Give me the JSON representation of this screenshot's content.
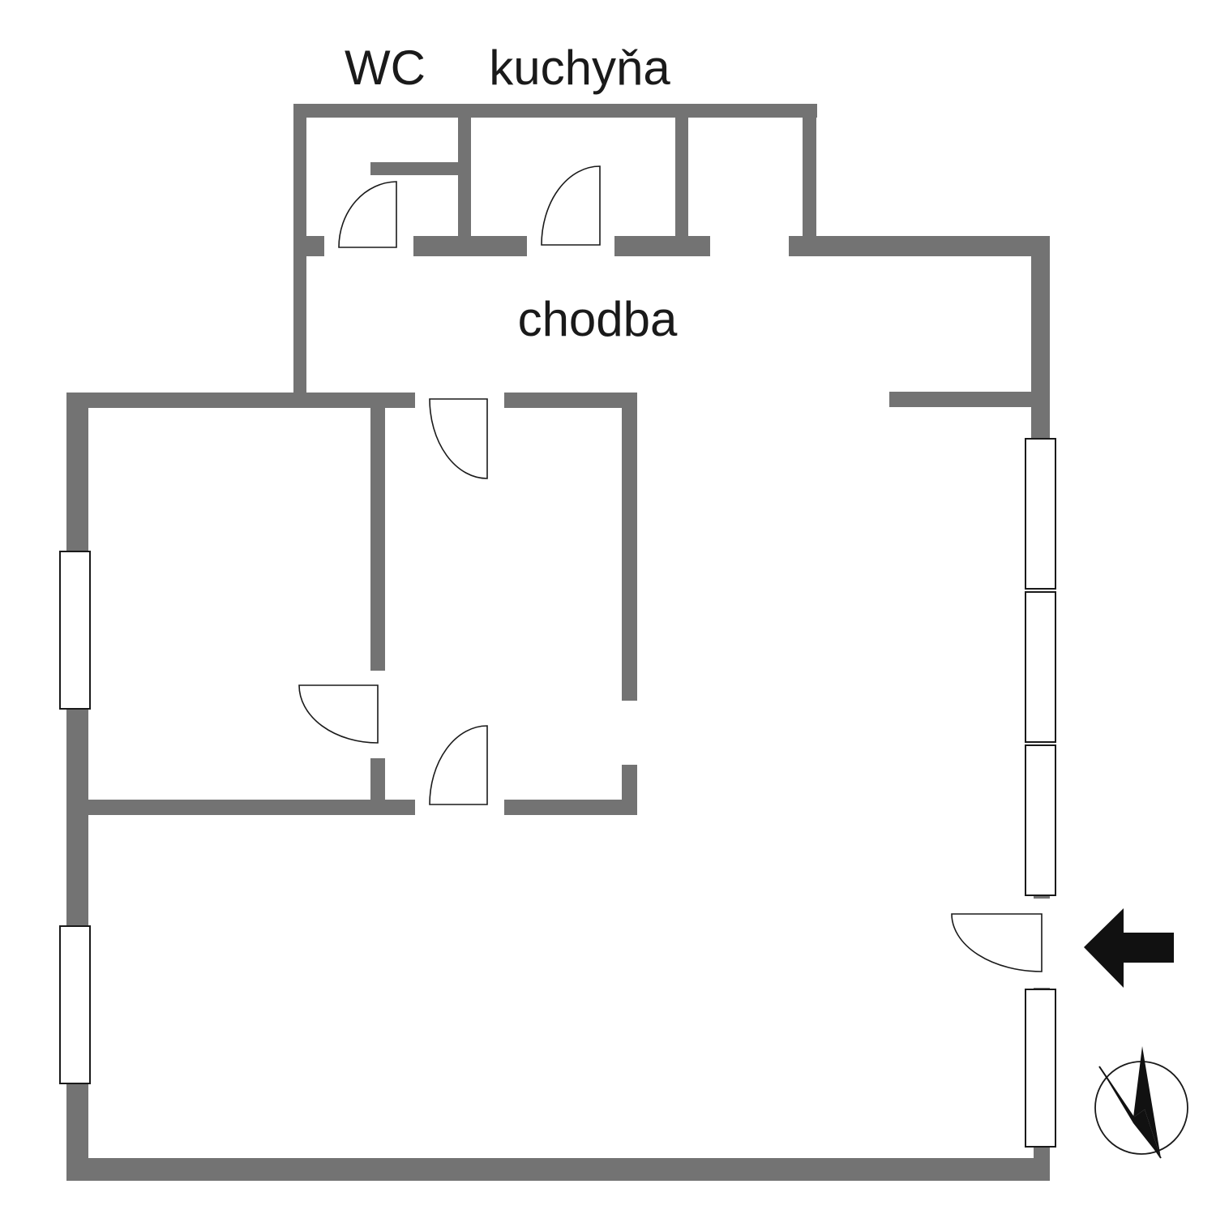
{
  "labels": {
    "wc": "WC",
    "kitchen": "kuchyňa",
    "corridor": "chodba"
  },
  "colors": {
    "wall": "#737373",
    "outline": "#1a1a1a",
    "arrow": "#111111",
    "background": "#ffffff"
  },
  "icons": {
    "entrance_arrow": "arrow-left-icon",
    "compass": "north-compass-icon"
  }
}
